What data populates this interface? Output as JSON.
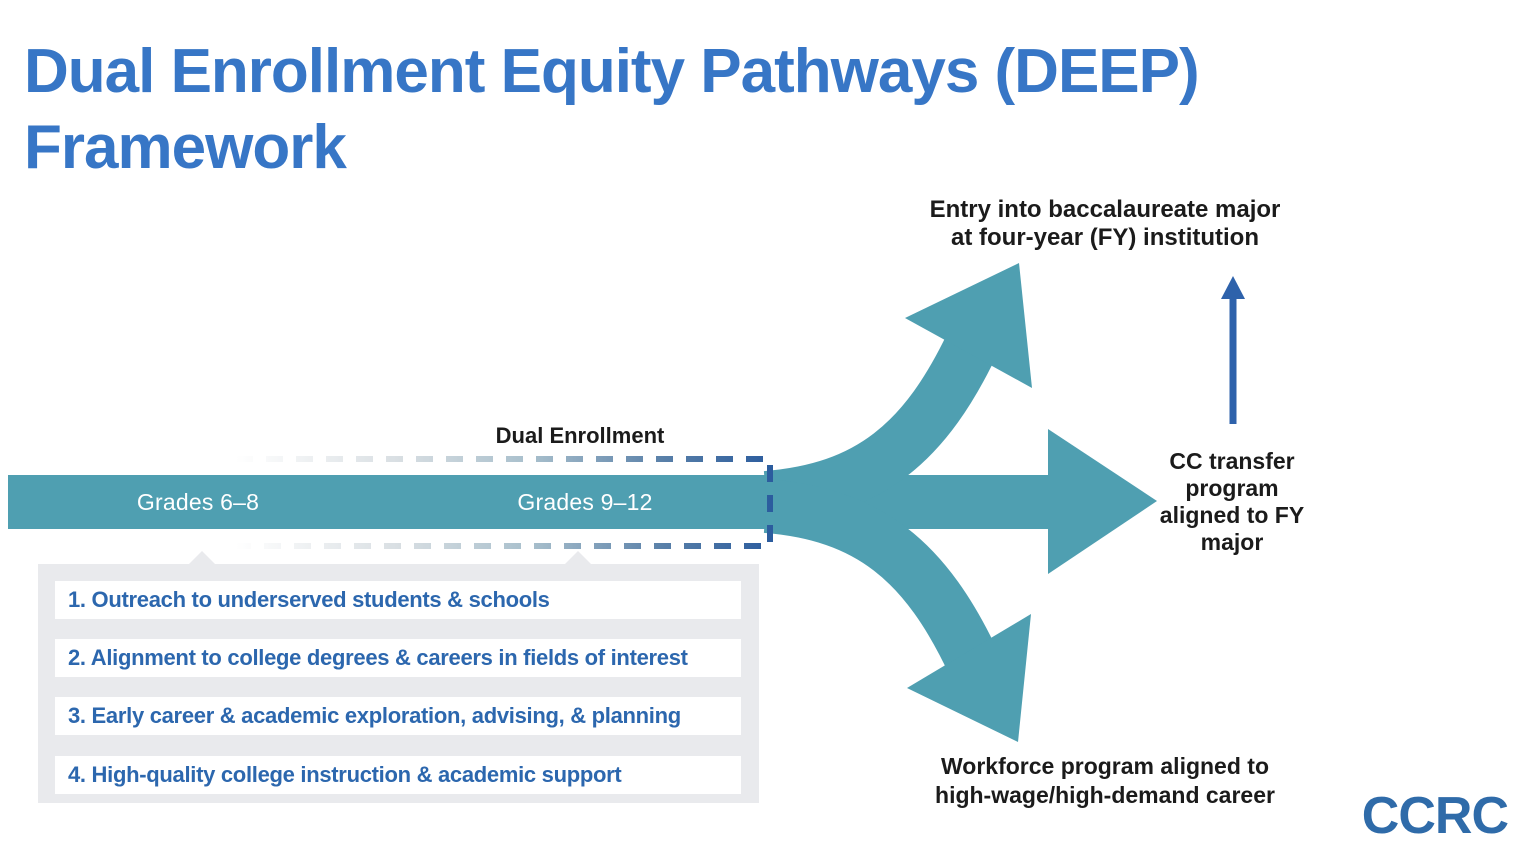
{
  "title": {
    "line1": "Dual Enrollment Equity Pathways (DEEP)",
    "line2": "Framework"
  },
  "colors": {
    "title_blue": "#3776c6",
    "teal": "#4f9fb1",
    "vertical_arrow_blue": "#2e62ab",
    "principle_text_blue": "#2c67ae",
    "label_black": "#1b1b1b",
    "panel_gray": "#e9eaed",
    "row_white": "#ffffff",
    "dash_blue": "#2b5c9e",
    "logo_blue": "#2f6ba9"
  },
  "pipeline": {
    "dual_enrollment_label": "Dual Enrollment",
    "grades_6_8": "Grades 6–8",
    "grades_9_12": "Grades 9–12"
  },
  "outcomes": {
    "baccalaureate": {
      "line1": "Entry into baccalaureate major",
      "line2": "at four-year (FY) institution"
    },
    "cc_transfer": {
      "line1": "CC transfer",
      "line2": "program",
      "line3": "aligned to FY",
      "line4": "major"
    },
    "workforce": {
      "line1": "Workforce program aligned to",
      "line2": "high-wage/high-demand career"
    }
  },
  "principles": {
    "items": [
      {
        "text": "1. Outreach to underserved students & schools"
      },
      {
        "text": "2. Alignment to college degrees & careers in fields of interest"
      },
      {
        "text": "3. Early career & academic exploration, advising, & planning"
      },
      {
        "text": "4. High-quality college instruction & academic support"
      }
    ]
  },
  "logo": {
    "text": "CCRC"
  }
}
